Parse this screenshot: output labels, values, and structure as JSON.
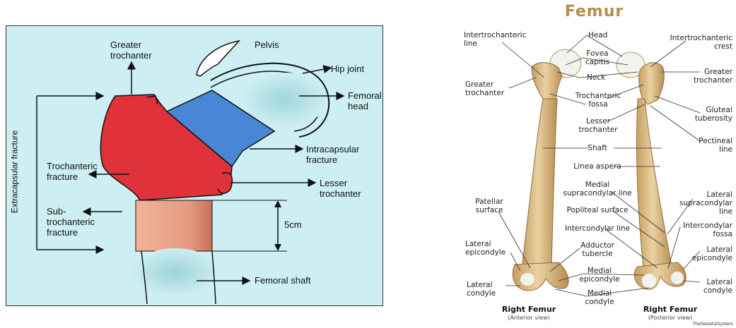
{
  "left_diagram": {
    "labels": {
      "greater_trochanter": "Greater\ntrochanter",
      "pelvis": "Pelvis",
      "hip_joint": "Hip joint",
      "femoral_head": "Femoral\nhead",
      "extracapsular": "Extracapsular fracture",
      "intracapsular": "Intracapsular\nfracture",
      "trochanteric": "Trochanteric\nfracture",
      "lesser_trochanter": "Lesser\ntrochanter",
      "subtrochanteric": "Sub-\ntrochanteric\nfracture",
      "five_cm": "5cm",
      "femoral_shaft": "Femoral shaft"
    },
    "colors": {
      "background": "#cdeef2",
      "trochanteric_zone": "#e0323a",
      "intracapsular_zone": "#4a86d6",
      "subtrochanteric_zone": "#e8a387"
    }
  },
  "right_diagram": {
    "title": "Femur",
    "labels": {
      "intertrochanteric_line": "Intertrochanteric\nline",
      "head": "Head",
      "fovea_capitis": "Fovea\ncapitis",
      "neck": "Neck",
      "intertrochanteric_crest": "Intertrochanteric\ncrest",
      "greater_trochanter_left": "Greater\ntrochanter",
      "greater_trochanter_right": "Greater\ntrochanter",
      "trochanteric_fossa": "Trochanteric\nfossa",
      "gluteal_tuberosity": "Gluteal\ntuberosity",
      "lesser_trochanter": "Lesser\ntrochanter",
      "pectineal_line": "Pectineal\nline",
      "shaft": "Shaft",
      "linea_aspera": "Linea aspera",
      "medial_supracondylar_line": "Medial\nsupracondylar line",
      "lateral_supracondylar_line": "Lateral\nsupracondylar\nline",
      "patellar_surface": "Patellar\nsurface",
      "popliteal_surface": "Popliteal surface",
      "intercondylar_line": "Intercondylar line",
      "intercondylar_fossa": "Intercondylar\nfossa",
      "adductor_tubercle": "Adductor\ntubercle",
      "lateral_epicondyle_left": "Lateral\nepicondyle",
      "lateral_epicondyle_right": "Lateral\nepicondyle",
      "medial_epicondyle": "Medial\nepicondyle",
      "lateral_condyle_left": "Lateral\ncondyle",
      "lateral_condyle_right": "Lateral\ncondyle",
      "medial_condyle": "Medial\ncondyle"
    },
    "views": {
      "anterior_title": "Right Femur",
      "anterior_sub": "(Anterior view)",
      "posterior_title": "Right Femur",
      "posterior_sub": "(Posterior view)"
    },
    "credit": "TheSkeletalSystem",
    "colors": {
      "title": "#b38e4a",
      "bone": "#e2c694",
      "bone_shadow": "#c9a56a"
    }
  }
}
